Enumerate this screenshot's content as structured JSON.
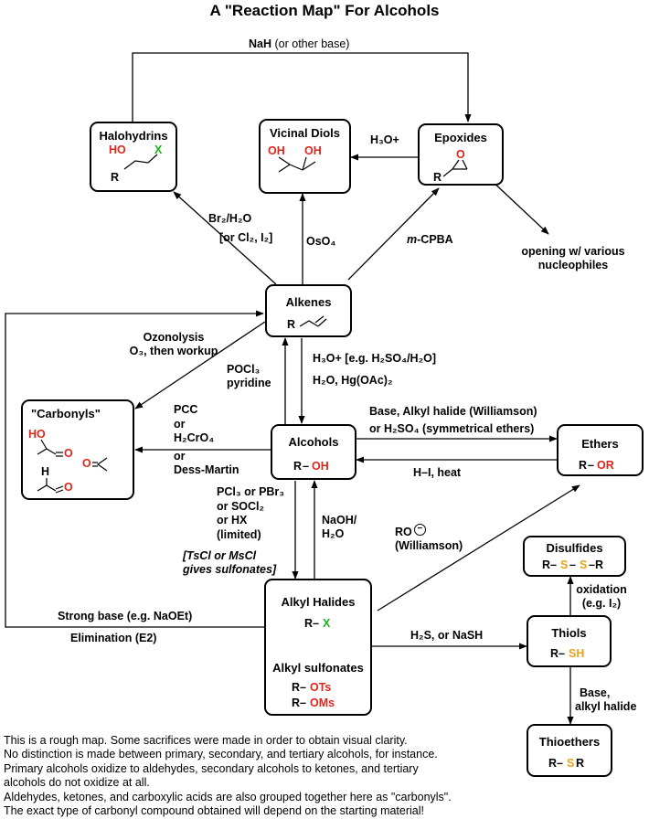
{
  "title": "A \"Reaction Map\" For Alcohols",
  "nodes": {
    "halohydrins": {
      "title": "Halohydrins",
      "ho": "HO",
      "x": "X",
      "r": "R"
    },
    "vicinal_diols": {
      "title": "Vicinal Diols",
      "oh1": "OH",
      "oh2": "OH"
    },
    "epoxides": {
      "title": "Epoxides",
      "o": "O",
      "r": "R"
    },
    "alkenes": {
      "title": "Alkenes",
      "r": "R"
    },
    "carbonyls": {
      "title": "\"Carbonyls\"",
      "ho": "HO",
      "o1": "O",
      "o2": "O",
      "h": "H",
      "o3": "O"
    },
    "alcohols": {
      "title": "Alcohols",
      "r": "R",
      "dash": "–",
      "oh": "OH"
    },
    "ethers": {
      "title": "Ethers",
      "r": "R",
      "dash": "–",
      "or": "OR"
    },
    "alkyl_halides": {
      "title": "Alkyl Halides",
      "rx_r": "R–",
      "rx_x": "X",
      "sulfonates_title": "Alkyl sulfonates",
      "ots_r": "R–",
      "ots": "OTs",
      "oms_r": "R–",
      "oms": "OMs"
    },
    "disulfides": {
      "title": "Disulfides",
      "r1": "R–",
      "s1": "S",
      "d1": "–",
      "s2": "S",
      "r2": "–R"
    },
    "thiols": {
      "title": "Thiols",
      "r": "R–",
      "sh": "SH"
    },
    "thioethers": {
      "title": "Thioethers",
      "r1": "R–",
      "s": "S",
      "r2": "R"
    }
  },
  "reagents": {
    "nah_bold": "NaH",
    "nah_rest": " (or other base)",
    "h3o_epox": "H₃O+",
    "br2": "Br₂/H₂O",
    "cl2": "[or Cl₂, I₂]",
    "oso4": "OsO₄",
    "mcpba_m": "m",
    "mcpba_rest": "-CPBA",
    "opening1": "opening w/ various",
    "opening2": "nucleophiles",
    "ozonolysis1": "Ozonolysis",
    "ozonolysis2": "O₃, then workup",
    "pocl3_1": "POCl₃",
    "pocl3_2": "pyridine",
    "hydration1": "H₃O+ [e.g. H₂SO₄/H₂O]",
    "hydration2": "H₂O, Hg(OAc)₂",
    "pcc1": "PCC",
    "pcc2": "or",
    "pcc3": "H₂CrO₄",
    "pcc4": "or",
    "pcc5": "Dess-Martin",
    "williamson1": "Base, Alkyl halide (Williamson)",
    "williamson2": "or H₂SO₄ (symmetrical ethers)",
    "hi": "H–I, heat",
    "halide1": "PCl₃ or PBr₃",
    "halide2": "or SOCl₂",
    "halide3": "or HX",
    "halide4": "(limited)",
    "tscl1": "[TsCl or MsCl",
    "tscl2": "gives sulfonates]",
    "naoh1": "NaOH/",
    "naoh2": "H₂O",
    "ro1": "RO",
    "ro_minus": "−",
    "ro2": "(Williamson)",
    "e2_1": "Strong base (e.g. NaOEt)",
    "e2_2": "Elimination (E2)",
    "h2s": "H₂S, or NaSH",
    "oxidation1": "oxidation",
    "oxidation2": "(e.g. I₂)",
    "base1": "Base,",
    "base2": "alkyl halide"
  },
  "footnote": [
    "This is a rough map. Some sacrifices were made in order to obtain visual clarity.",
    "No distinction is made between primary, secondary, and tertiary alcohols, for instance.",
    "Primary alcohols oxidize to aldehydes, secondary alcohols to ketones, and tertiary",
    "alcohols do not oxidize at all.",
    "Aldehydes, ketones, and carboxylic acids are also grouped together here as \"carbonyls\".",
    "The exact type of carbonyl compound obtained will depend on the starting material!"
  ],
  "colors": {
    "red": "#e0251b",
    "green": "#1bb21b",
    "gold": "#e6a417",
    "line": "#000000"
  }
}
